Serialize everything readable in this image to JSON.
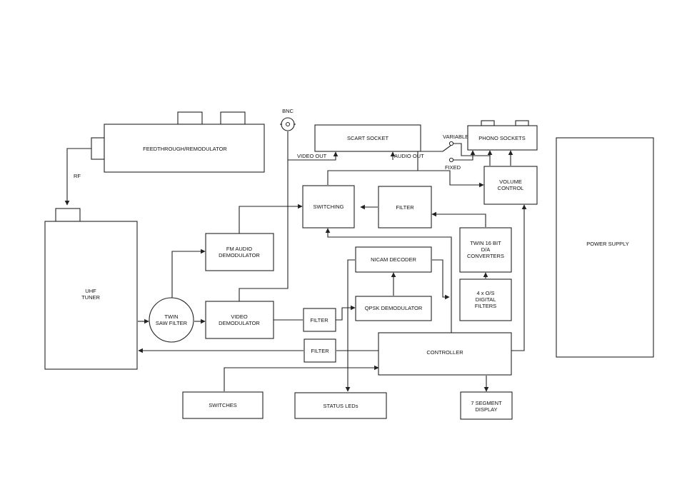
{
  "blocks": {
    "feedthrough": "FEEDTHROUGH/REMODULATOR",
    "uhf_tuner": [
      "UHF",
      "TUNER"
    ],
    "twin_saw": [
      "TWIN",
      "SAW FILTER"
    ],
    "fm_audio_demod": [
      "FM AUDIO",
      "DEMODULATOR"
    ],
    "video_demod": [
      "VIDEO",
      "DEMODULATOR"
    ],
    "scart": "SCART SOCKET",
    "switching": "SWITCHING",
    "filter_audio": "FILTER",
    "phono": "PHONO SOCKETS",
    "volume": [
      "VOLUME",
      "CONTROL"
    ],
    "dac": [
      "TWIN 16 BIT",
      "D/A",
      "CONVERTERS"
    ],
    "nicam": "NICAM DECODER",
    "qpsk": "QPSK DEMODULATOR",
    "digital_filters": [
      "4 x O/S",
      "DIGITAL",
      "FILTERS"
    ],
    "filter_video": "FILTER",
    "filter_ctrl": "FILTER",
    "controller": "CONTROLLER",
    "switches": "SWITCHES",
    "status_leds": "STATUS LEDs",
    "seven_seg": [
      "7 SEGMENT",
      "DISPLAY"
    ],
    "power_supply": "POWER SUPPLY"
  },
  "labels": {
    "bnc": "BNC",
    "rf": "RF",
    "video_out": "VIDEO OUT",
    "audio_out": "AUDIO OUT",
    "variable": "VARIABLE",
    "fixed": "FIXED"
  }
}
